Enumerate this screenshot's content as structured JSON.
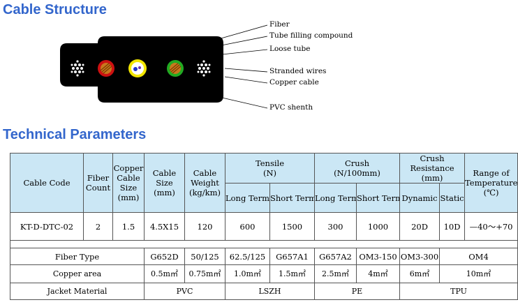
{
  "structure": {
    "title": "Cable Structure",
    "labels": [
      "Fiber",
      "Tube filling compound",
      "Loose tube",
      "Stranded wires",
      "Copper cable",
      "PVC shenth"
    ]
  },
  "params": {
    "title": "Technical Parameters",
    "headers": {
      "cable_code": "Cable Code",
      "fiber_count": [
        "Fiber",
        "Count"
      ],
      "copper_size": [
        "Copper",
        "Cable",
        "Size",
        "(mm)"
      ],
      "cable_size": [
        "Cable",
        "Size",
        "(mm)"
      ],
      "cable_weight": [
        "Cable",
        "Weight",
        "(kg/km)"
      ],
      "tensile": [
        "Tensile",
        "(N)"
      ],
      "crush": [
        "Crush",
        "(N/100mm)"
      ],
      "crush_res": [
        "Crush",
        "Resistance",
        "(mm)"
      ],
      "temp": [
        "Range of",
        "Temperature",
        "(℃)"
      ],
      "long_term": "Long Term",
      "short_term": "Short Term",
      "dynamic": "Dynamic",
      "static": "Static"
    },
    "row": {
      "code": "KT-D-DTC-02",
      "fiber": "2",
      "copper": "1.5",
      "size": "4.5X15",
      "weight": "120",
      "t_long": "600",
      "t_short": "1500",
      "c_long": "300",
      "c_short": "1000",
      "dynamic": "20D",
      "static": "10D",
      "temp": "—40～+70"
    },
    "fiber_type": {
      "label": "Fiber  Type",
      "values": [
        "G652D",
        "50/125",
        "62.5/125",
        "G657A1",
        "G657A2",
        "OM3-150",
        "OM3-300",
        "OM4"
      ]
    },
    "copper_area": {
      "label": "Copper area",
      "values": [
        "0.5m㎡",
        "0.75m㎡",
        "1.0m㎡",
        "1.5m㎡",
        "2.5m㎡",
        "4m㎡",
        "6m㎡",
        "10m㎡"
      ]
    },
    "jacket": {
      "label": "Jacket  Material",
      "values": [
        "PVC",
        "LSZH",
        "PE",
        "TPU"
      ]
    }
  },
  "colors": {
    "heading": "#3366cc",
    "header_bg": "#cbe7f5",
    "sheath": "#000000"
  }
}
